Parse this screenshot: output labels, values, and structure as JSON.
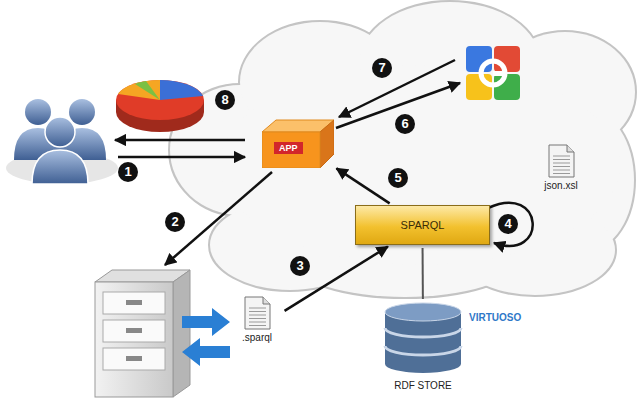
{
  "diagram": {
    "nodes": [
      {
        "text": [
          "APP"
        ]
      },
      {
        "text": [
          "json.xsl"
        ]
      },
      {
        "text": [
          "SPARQL"
        ]
      },
      {
        "text": [
          ".sparql"
        ]
      },
      {
        "text": [
          "VIRTUOSO",
          "RDF STORE"
        ]
      }
    ],
    "edges": [
      {
        "from": 3,
        "to": 2,
        "arrow": "to"
      },
      {
        "from": 2,
        "to": 0,
        "arrow": "to"
      },
      {
        "from": 4,
        "to": 2,
        "arrow": "none"
      }
    ],
    "labels": [
      "1",
      "2",
      "3",
      "4",
      "5",
      "6",
      "7",
      "8"
    ]
  }
}
